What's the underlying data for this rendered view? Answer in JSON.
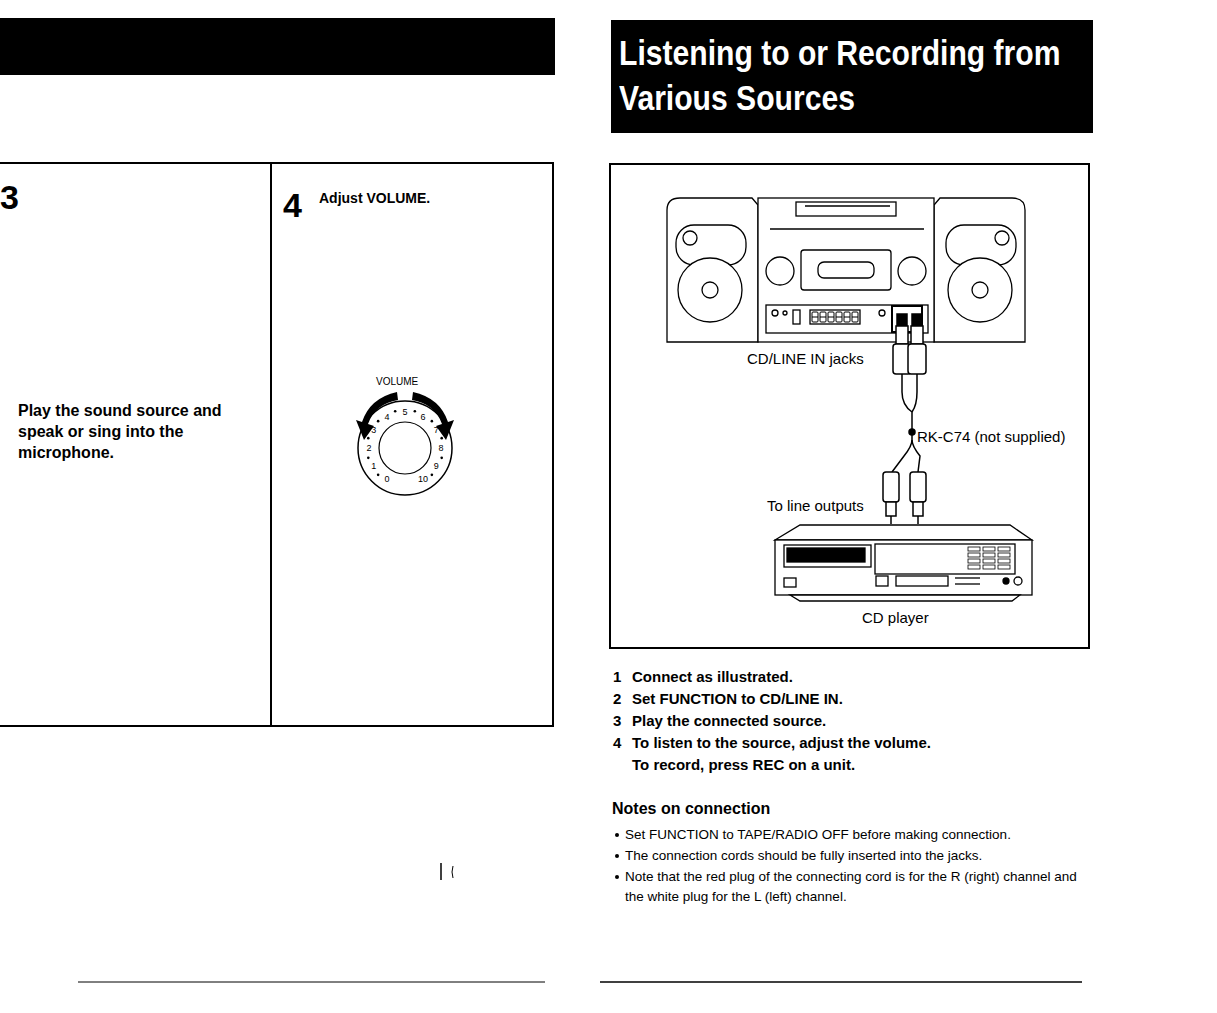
{
  "diagram": {
    "title": "Listening to or Recording from Various Sources",
    "nodes": [
      {
        "text": [
          "3",
          "Play the sound source and speak or sing into the microphone."
        ]
      },
      {
        "text": [
          "4",
          "Adjust VOLUME."
        ]
      }
    ],
    "labels": [
      "VOLUME",
      "0",
      "1",
      "2",
      "3",
      "4",
      "5",
      "6",
      "7",
      "8",
      "9",
      "10",
      "CD/LINE IN jacks",
      "RK-C74 (not supplied)",
      "To line outputs",
      "CD player",
      "1",
      "Connect as illustrated.",
      "2",
      "Set FUNCTION to CD/LINE IN.",
      "3",
      "Play the connected source.",
      "4",
      "To listen to the source, adjust the volume.",
      "To record, press REC on a unit.",
      "Notes on connection",
      "Set FUNCTION to TAPE/RADIO OFF before making connection.",
      "The connection cords should be fully inserted into the jacks.",
      "Note that the red plug of the connecting cord is for the R (right) channel and the white plug for the L (left) channel."
    ]
  }
}
